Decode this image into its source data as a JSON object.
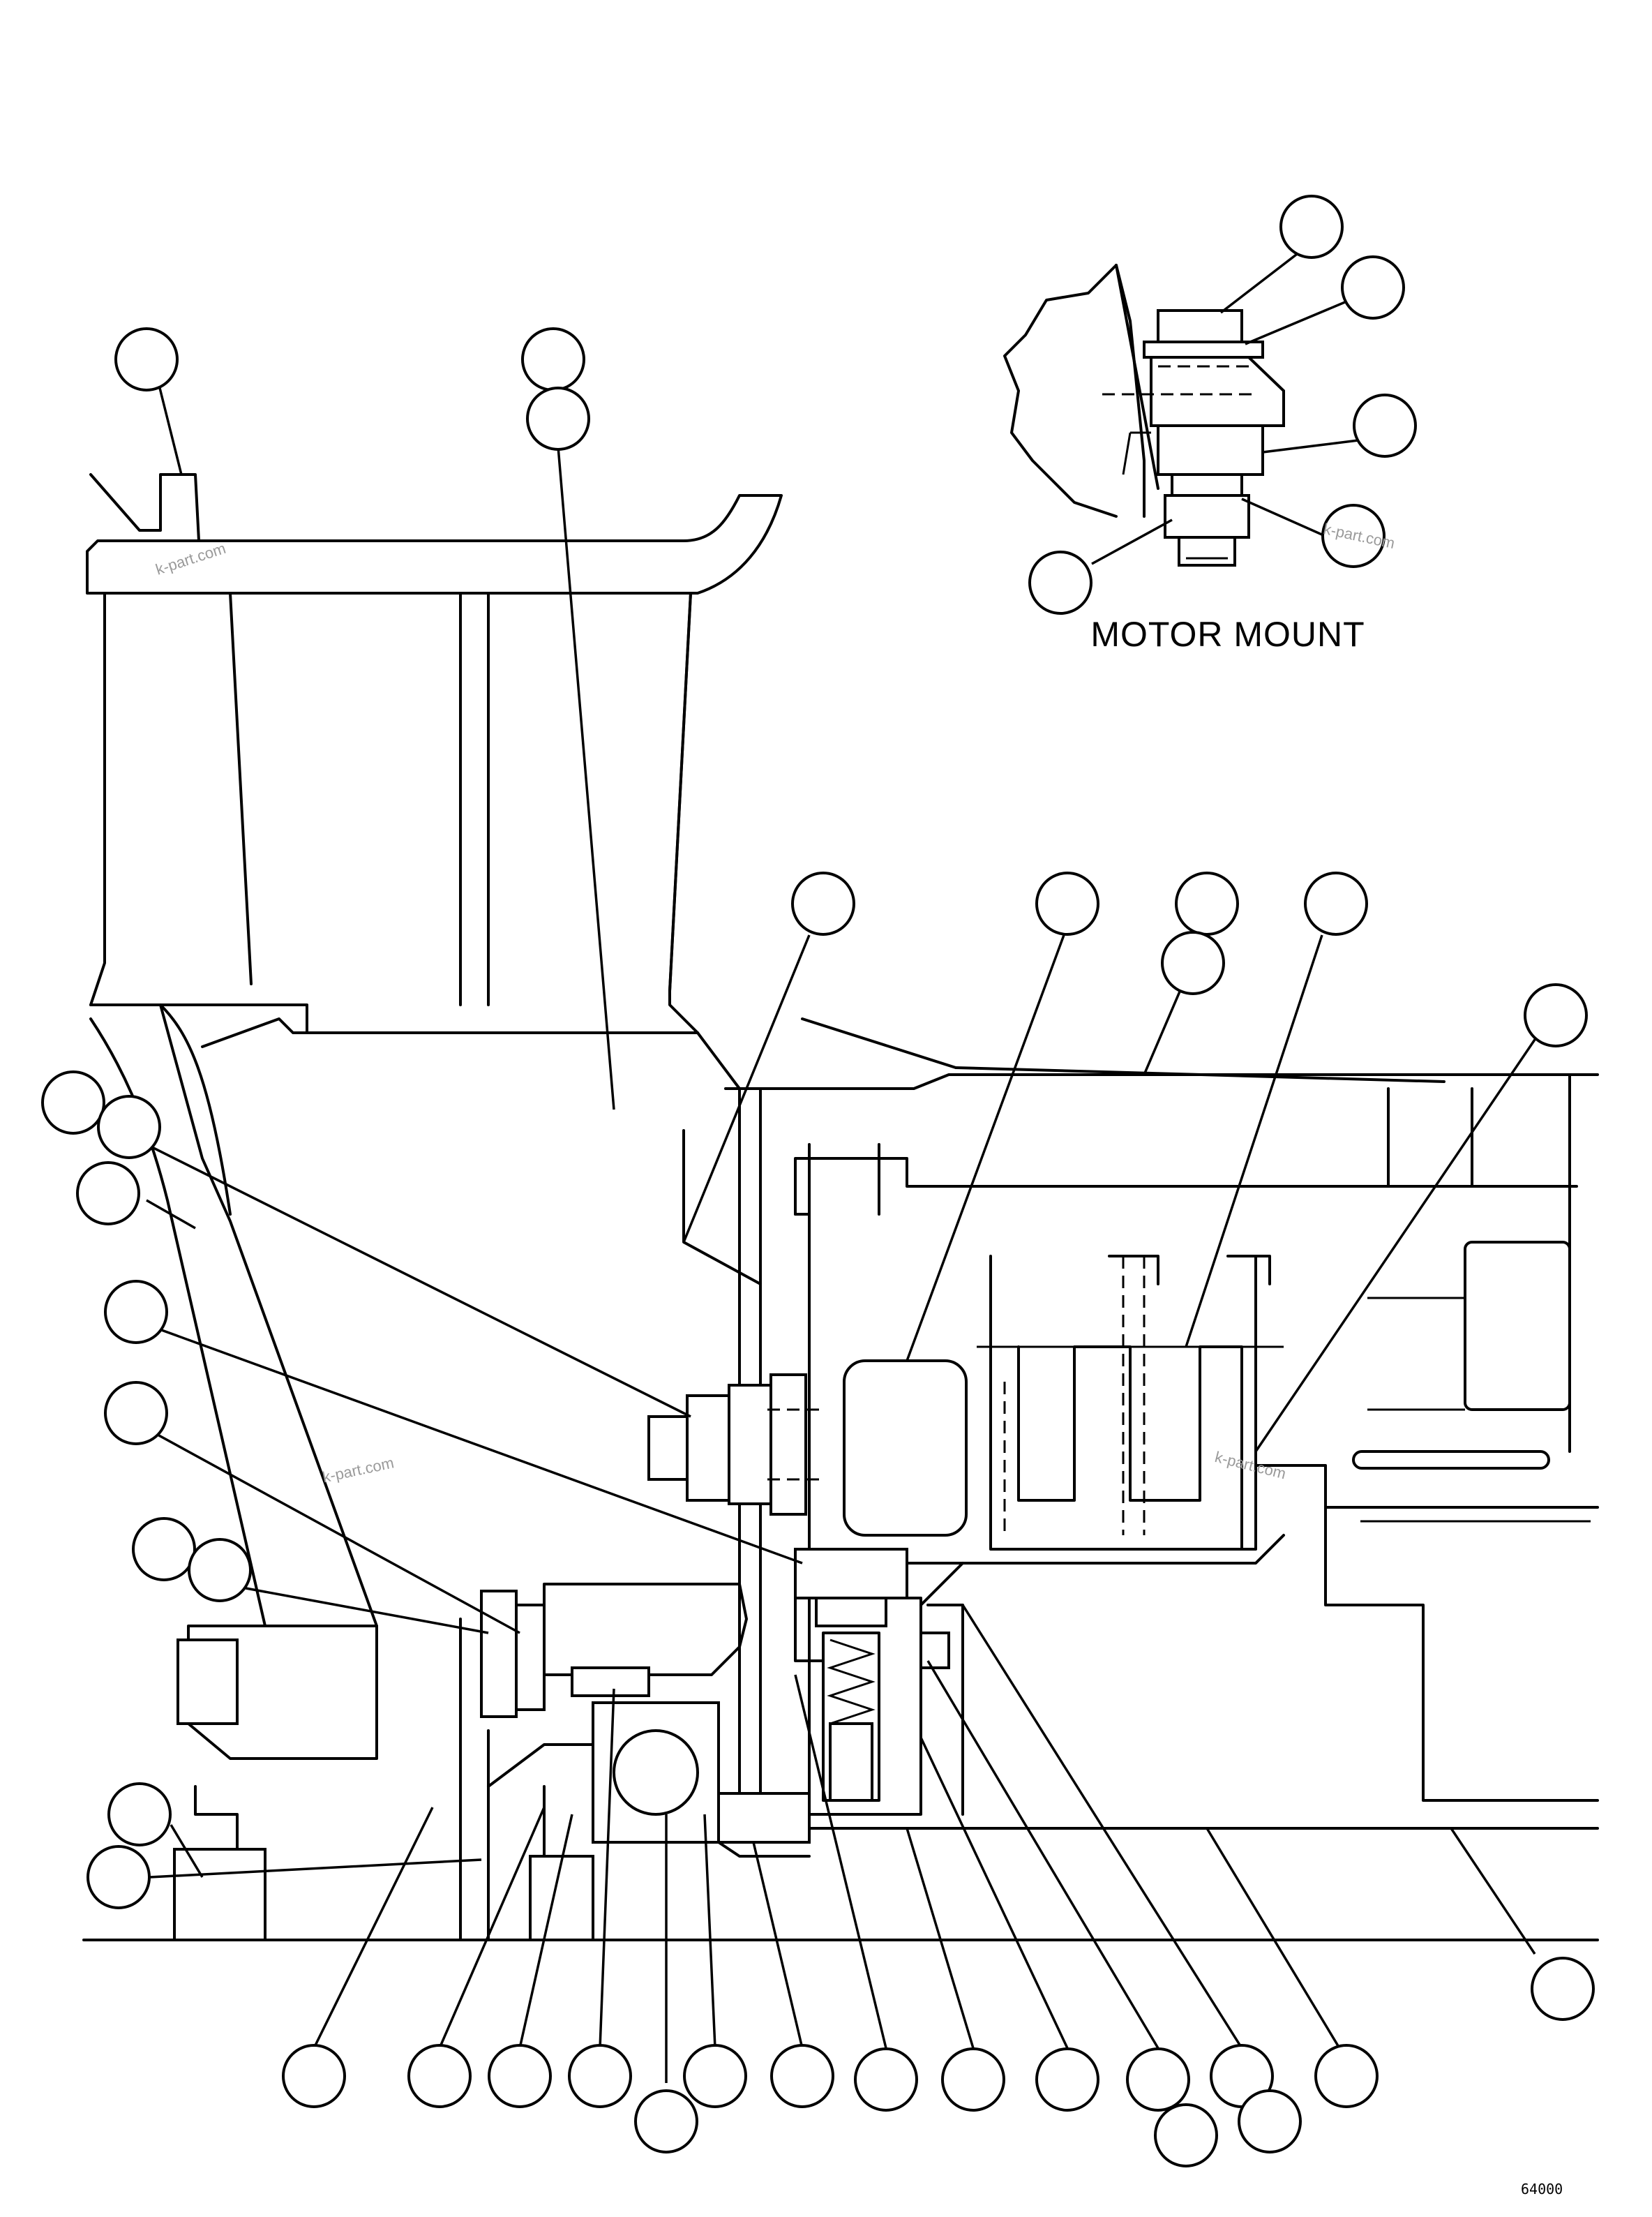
{
  "inset": {
    "caption": "MOTOR MOUNT"
  },
  "watermark": "k-part.com",
  "figure_number": "64000"
}
